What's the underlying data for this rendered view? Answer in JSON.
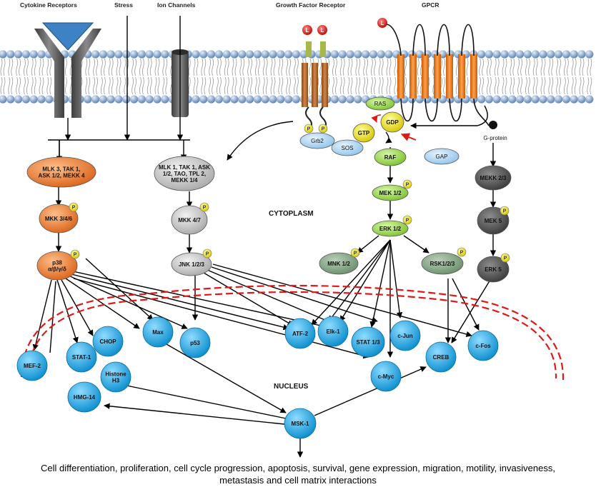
{
  "headers": {
    "cytokine": "Cytokine Receptors",
    "stress": "Stress",
    "ion": "Ion Channels",
    "growth": "Growth Factor Receptor",
    "gpcr": "GPCR"
  },
  "regions": {
    "cytoplasm": "CYTOPLASM",
    "nucleus": "NUCLEUS"
  },
  "phospho_label": "P",
  "ligand_label": "L",
  "membrane_proteins": {
    "grb2": "Grb2",
    "sos": "SOS",
    "ras": "RAS",
    "gdp": "GDP",
    "gtp": "GTP",
    "gap": "GAP",
    "gprotein": "G-protein"
  },
  "kinases": {
    "mapkkk_orange": [
      "MLK 3, TAK 1,",
      "ASK 1/2, MEKK 4"
    ],
    "mapkkk_gray": [
      "MLK 1, TAK 1, ASK",
      "1/2, TAO, TPL 2,",
      "MEKK 1/4"
    ],
    "mkk346": "MKK 3/4/6",
    "mkk47": "MKK 4/7",
    "p38": [
      "p38",
      "α/β/γ/δ"
    ],
    "jnk": "JNK 1/2/3",
    "raf": "RAF",
    "mek12": "MEK 1/2",
    "erk12": "ERK 1/2",
    "mnk12": "MNK 1/2",
    "rsk": "RSK1/2/3",
    "mekk23": "MEKK 2/3",
    "mek5": "MEK 5",
    "erk5": "ERK 5"
  },
  "nuclear": {
    "mef2": "MEF-2",
    "stat1": "STAT-1",
    "chop": "CHOP",
    "histone": [
      "Histone",
      "H3"
    ],
    "hmg14": "HMG-14",
    "max": "Max",
    "p53": "p53",
    "atf2": "ATF-2",
    "elk1": "Elk-1",
    "stat13": "STAT 1/3",
    "cjun": "c-Jun",
    "cmyc": "c-Myc",
    "creb": "CREB",
    "cfos": "c-Fos",
    "msk1": "MSK-1"
  },
  "conclusion": {
    "line1": "Cell differentiation, proliferation, cell cycle progression, apoptosis, survival, gene expression, migration, motility, invasiveness,",
    "line2": "metastasis and cell matrix interactions"
  },
  "colors": {
    "orange": "#e8782a",
    "gray_light": "#cfcfcf",
    "gray_dark": "#555555",
    "green": "#9bd64a",
    "sage": "#7f9f7f",
    "blue_nuc": "#25a8e0",
    "blue_light": "#a9d3f2",
    "yellow": "#f2e21e",
    "red": "#e01818",
    "lipid": "#8fb1d6"
  }
}
